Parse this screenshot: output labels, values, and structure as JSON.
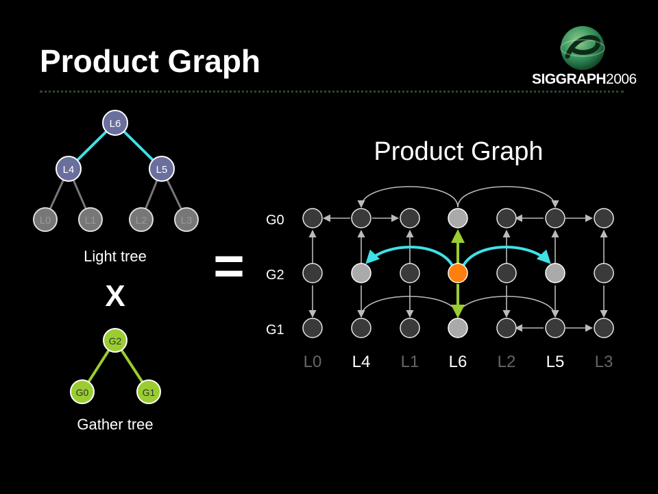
{
  "slide": {
    "title": "Product Graph",
    "logo": {
      "name": "SIGGRAPH",
      "year": "2006",
      "accent": "#2e8b57"
    }
  },
  "light_tree": {
    "caption": "Light tree",
    "nodes": {
      "root": "L6",
      "mid_left": "L4",
      "mid_right": "L5",
      "leaves": [
        "L0",
        "L1",
        "L2",
        "L3"
      ]
    },
    "node_color": "#6b6f9e",
    "highlight_edge_color": "#40e0e6"
  },
  "operator_times": "X",
  "operator_equals": "=",
  "gather_tree": {
    "caption": "Gather tree",
    "nodes": {
      "root": "G2",
      "left": "G0",
      "right": "G1"
    },
    "node_color": "#9acd32"
  },
  "product_graph": {
    "title": "Product Graph",
    "row_labels": [
      "G0",
      "G2",
      "G1"
    ],
    "column_labels": [
      "L0",
      "L4",
      "L1",
      "L6",
      "L2",
      "L5",
      "L3"
    ],
    "bright_columns": [
      "L4",
      "L6",
      "L5"
    ],
    "focus_node_color": "#ff7f0e",
    "active_edge_color": "#9acd32",
    "highlight_edge_color": "#40e0e6"
  }
}
